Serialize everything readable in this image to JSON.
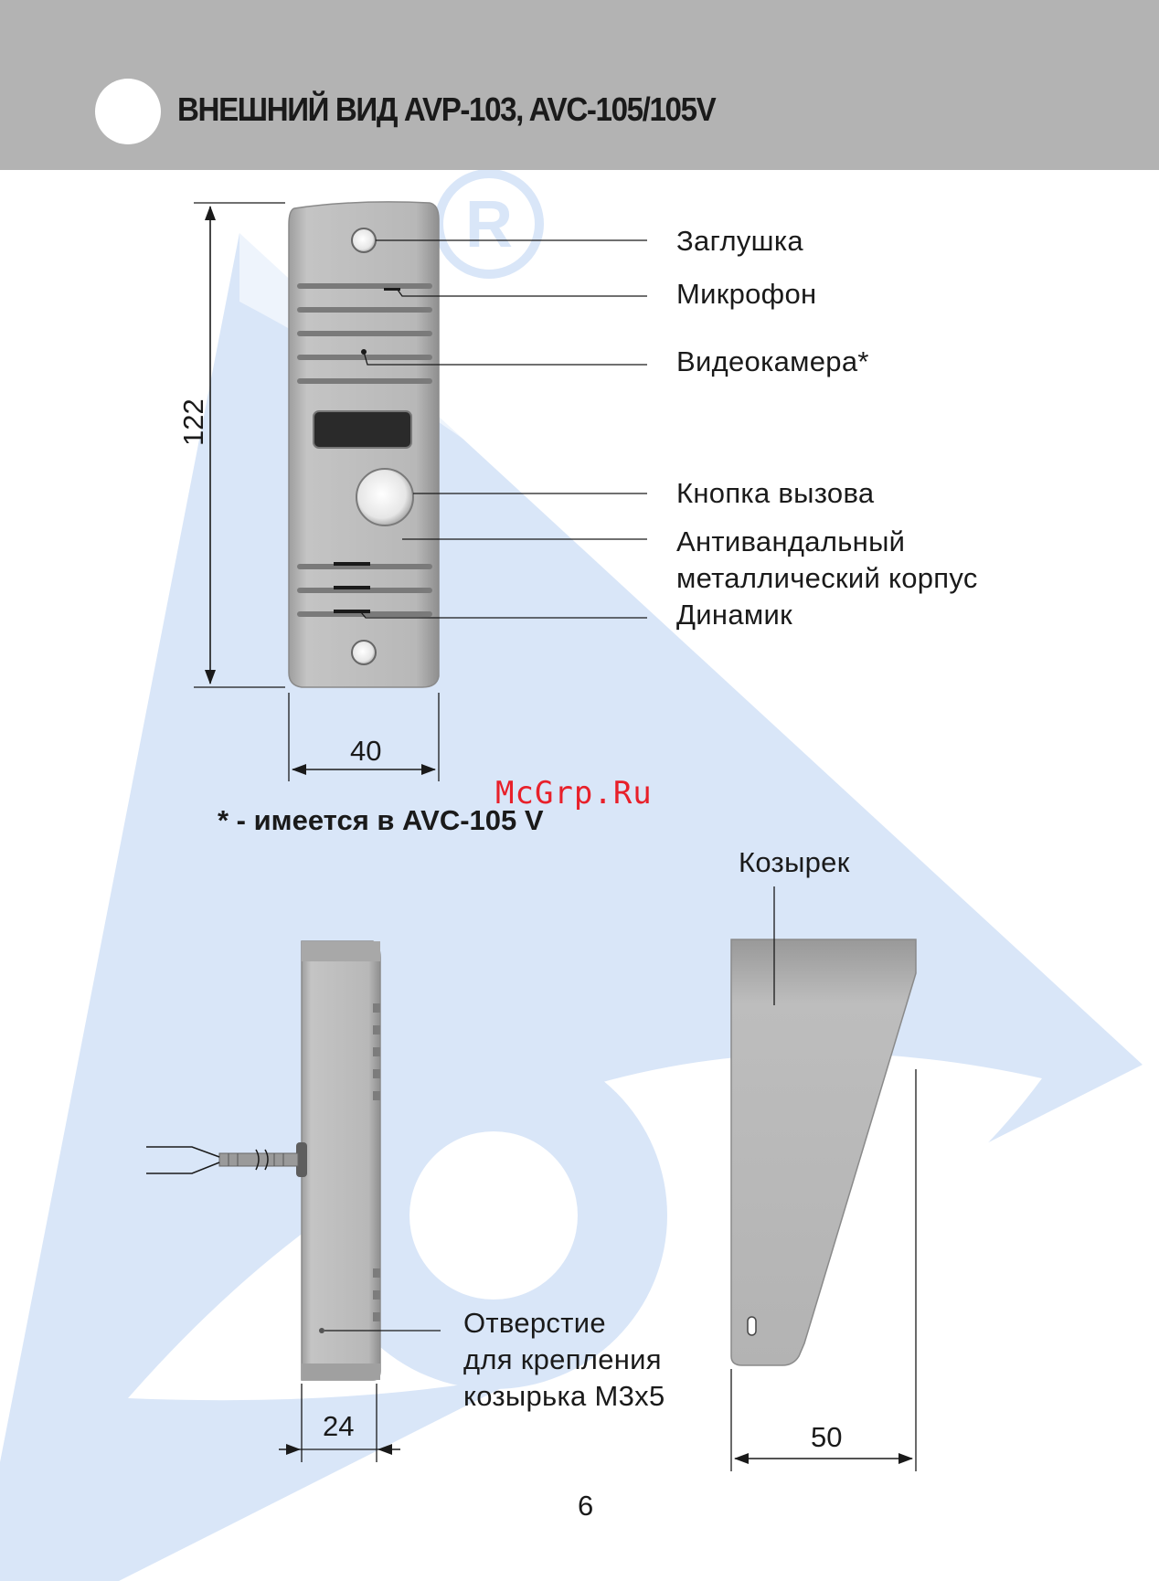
{
  "header": {
    "title": "ВНЕШНИЙ ВИД AVP-103, AVC-105/105V"
  },
  "front_view": {
    "labels": {
      "plug": "Заглушка",
      "microphone": "Микрофон",
      "camera": "Видеокамера*",
      "call_button": "Кнопка вызова",
      "housing_line1": "Антивандальный",
      "housing_line2": "металлический корпус",
      "speaker": "Динамик"
    },
    "height_dimension": "122",
    "width_dimension": "40"
  },
  "footnote": "* - имеется в AVC-105 V",
  "watermark": "McGrp.Ru",
  "side_view": {
    "mount_hole_line1": "Отверстие",
    "mount_hole_line2": "для крепления",
    "mount_hole_line3": "козырька М3х5",
    "depth_dimension": "24"
  },
  "visor_view": {
    "label": "Козырек",
    "depth_dimension": "50"
  },
  "page_number": "6",
  "colors": {
    "header_bg": "#b3b3b3",
    "logo_blue": "#d6e4f7",
    "housing_silver": "#b5b5b5",
    "watermark_red": "#e8202a"
  }
}
